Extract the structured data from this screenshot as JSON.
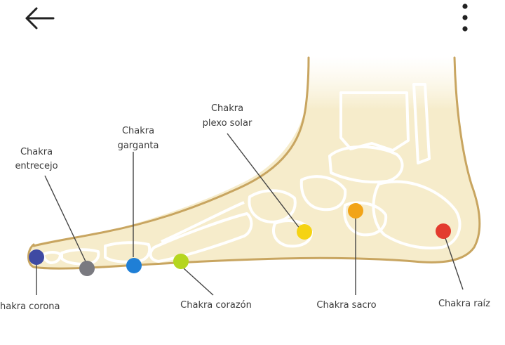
{
  "toolbar": {
    "back_icon": "arrow-left-icon",
    "menu_icon": "more-vertical-icon"
  },
  "colors": {
    "bone_fill": "#f6eccb",
    "skin_line": "#c8a560",
    "bone_line": "#ffffff",
    "leader_line": "#444444",
    "corona": "#3f4aa3",
    "entrecejo": "#7a7a80",
    "garganta": "#1f7fd6",
    "corazon": "#b5d61f",
    "plexo": "#f5d313",
    "sacro": "#f2a418",
    "raiz": "#e33b2e"
  },
  "labels": {
    "entrecejo_1": "Chakra",
    "entrecejo_2": "entrecejo",
    "garganta_1": "Chakra",
    "garganta_2": "garganta",
    "plexo_1": "Chakra",
    "plexo_2": "plexo solar",
    "corona": "hakra corona",
    "corazon": "Chakra corazón",
    "sacro": "Chakra sacro",
    "raiz": "Chakra raíz"
  }
}
